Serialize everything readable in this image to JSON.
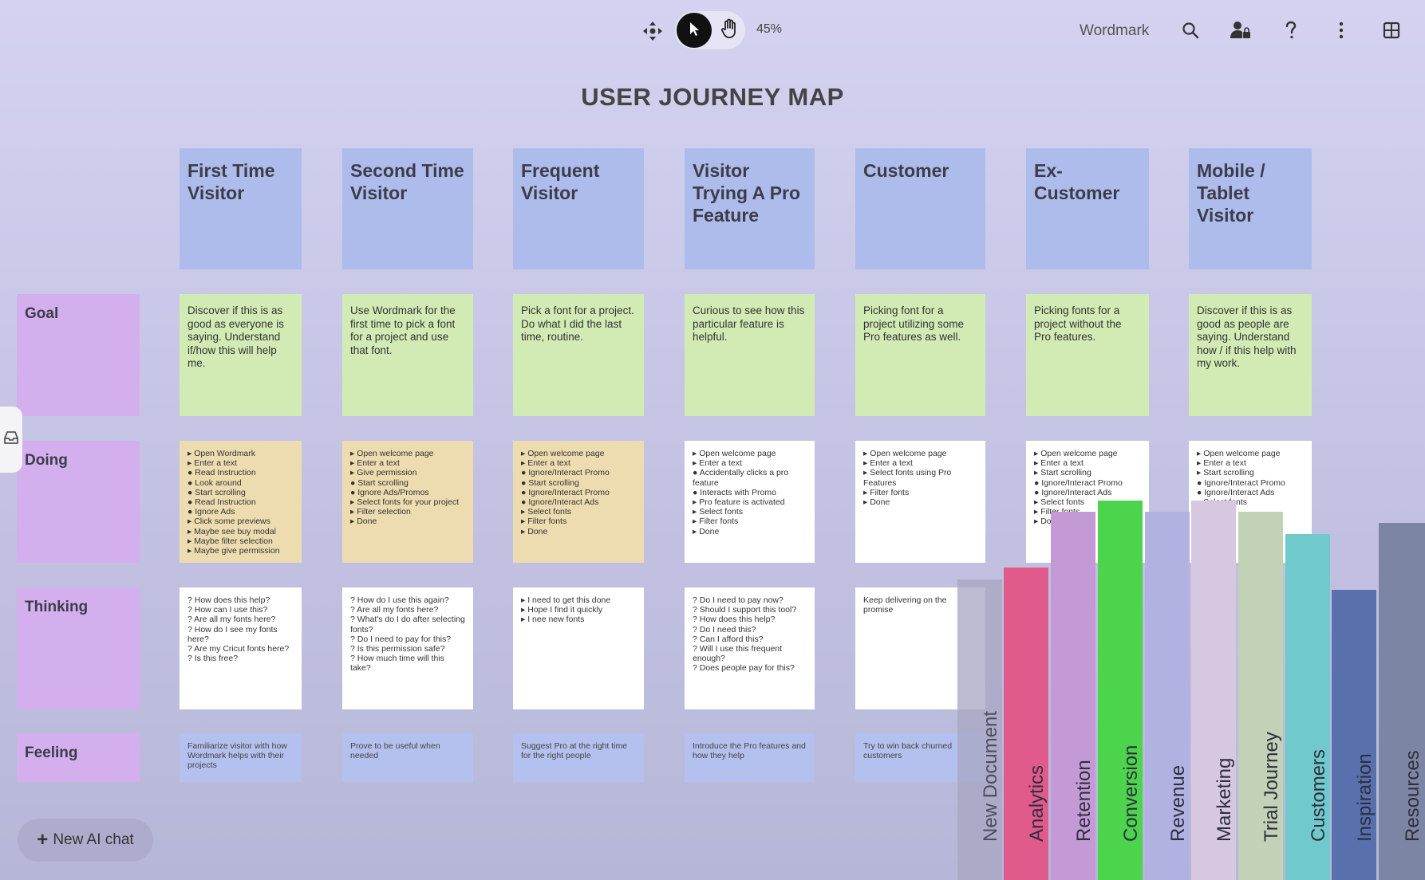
{
  "toolbar": {
    "zoom": "45%",
    "brand": "Wordmark",
    "icons": [
      "move-icon",
      "cursor-icon",
      "hand-icon",
      "search-icon",
      "user-lock-icon",
      "help-icon",
      "more-icon",
      "grid-icon"
    ]
  },
  "title": "USER JOURNEY MAP",
  "personas": [
    "First Time Visitor",
    "Second Time Visitor",
    "Frequent Visitor",
    "Visitor Trying A Pro Feature",
    "Customer",
    "Ex-Customer",
    "Mobile / Tablet Visitor"
  ],
  "rows": {
    "goal": "Goal",
    "doing": "Doing",
    "thinking": "Thinking",
    "feeling": "Feeling"
  },
  "goals": [
    "Discover if this is as good as everyone is saying. Understand if/how this will help me.",
    "Use Wordmark for the first time to pick a font for a project and use that font.",
    "Pick a font for a project. Do what I did the last time, routine.",
    "Curious to see how this particular feature is helpful.",
    "Picking font for a project utilizing some Pro features as well.",
    "Picking fonts for a project without the Pro features.",
    "Discover if this is as good as people are saying. Understand how / if this help with my work."
  ],
  "doing": [
    [
      "▸ Open Wordmark",
      "▸ Enter a text",
      "● Read Instruction",
      "● Look around",
      "● Start scrolling",
      "● Read Instruction",
      "● Ignore Ads",
      "▸ Click some previews",
      "▸ Maybe see buy modal",
      "▸ Maybe filter selection",
      "▸ Maybe give permission"
    ],
    [
      "▸ Open welcome page",
      "▸ Enter a text",
      "▸ Give permission",
      "● Start scrolling",
      "● Ignore Ads/Promos",
      "▸ Select fonts for your project",
      "▸ Filter selection",
      "▸ Done"
    ],
    [
      "▸ Open welcome page",
      "▸ Enter a text",
      "● Ignore/Interact Promo",
      "● Start scrolling",
      "● Ignore/Interact Promo",
      "● Ignore/Interact Ads",
      "▸ Select fonts",
      "▸ Filter fonts",
      "▸ Done"
    ],
    [
      "▸ Open welcome page",
      "▸ Enter a text",
      "● Accidentally clicks a pro feature",
      "● Interacts with Promo",
      "▸ Pro feature is activated",
      "▸ Select fonts",
      "▸ Filter fonts",
      "▸ Done"
    ],
    [
      "▸ Open welcome page",
      "▸ Enter a text",
      "▸ Select fonts using Pro Features",
      "▸ Filter fonts",
      "▸ Done"
    ],
    [
      "▸ Open welcome page",
      "▸ Enter a text",
      "▸ Start scrolling",
      "● Ignore/Interact Promo",
      "● Ignore/Interact Ads",
      "▸ Select fonts",
      "▸ Filter fonts",
      "▸ Done"
    ],
    [
      "▸ Open welcome page",
      "▸ Enter a text",
      "▸ Start scrolling",
      "● Ignore/Interact Promo",
      "● Ignore/Interact Ads",
      "▸ Select fonts"
    ]
  ],
  "thinking": [
    [
      "? How does this help?",
      "? How can I use this?",
      "? Are all my fonts here?",
      "? How do I see my fonts here?",
      "? Are my Cricut fonts here?",
      "? Is this free?"
    ],
    [
      "? How do I use this again?",
      "? Are all my fonts here?",
      "? What's do I do after selecting fonts?",
      "? Do I need to pay for this?",
      "? Is this permission safe?",
      "? How much time will this take?"
    ],
    [
      "▸ I need to get this done",
      "▸ Hope I find it quickly",
      "▸ I nee new fonts"
    ],
    [
      "? Do I need to pay now?",
      "? Should I support this tool?",
      "? How does this help?",
      "? Do I need this?",
      "? Can I afford this?",
      "? Will I use this frequent enough?",
      "? Does people pay for this?"
    ],
    [
      "Keep delivering on the promise"
    ]
  ],
  "feeling": [
    "Familiarize visitor with how Wordmark helps with their projects",
    "Prove to be useful when needed",
    "Suggest Pro at the right time for the right people",
    "Introduce the Pro features and how they help",
    "Try to win back churned customers"
  ],
  "ai_chat": {
    "plus": "+",
    "label": "New AI chat"
  },
  "tabs": [
    {
      "label": "New Document",
      "color": "#a8a8c4"
    },
    {
      "label": "Analytics",
      "color": "#e05a8c"
    },
    {
      "label": "Retention",
      "color": "#c49ad6"
    },
    {
      "label": "Conversion",
      "color": "#4cd44c"
    },
    {
      "label": "Revenue",
      "color": "#b2b2e2"
    },
    {
      "label": "Marketing",
      "color": "#d6c8e0"
    },
    {
      "label": "Trial Journey",
      "color": "#c2d2b6"
    },
    {
      "label": "Customers",
      "color": "#70cacc"
    },
    {
      "label": "Inspiration",
      "color": "#5870ae"
    },
    {
      "label": "Resources",
      "color": "#7c86a4"
    }
  ]
}
